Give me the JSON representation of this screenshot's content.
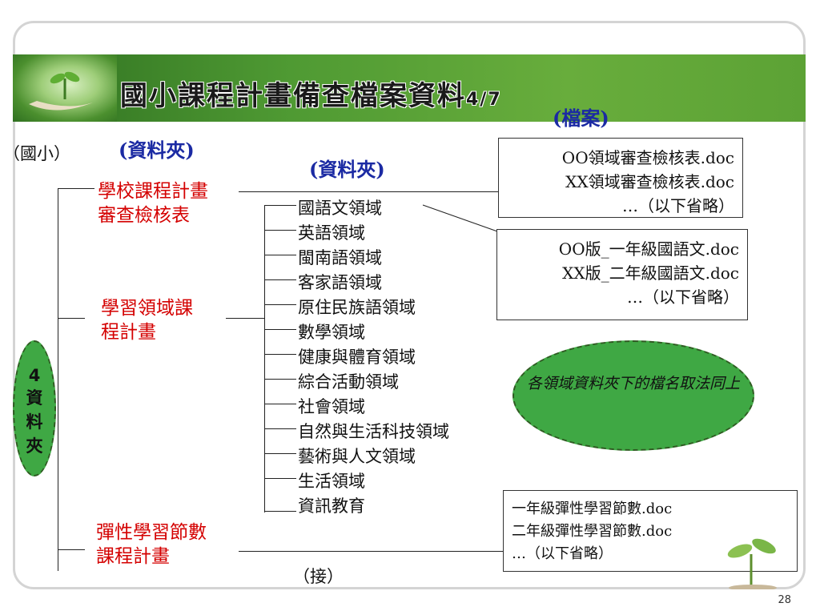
{
  "slide": {
    "title": "國小課程計畫備查檔案資料",
    "title_suffix": "4/7",
    "page_number": "28"
  },
  "labels": {
    "school_level": "（國小）",
    "folder_left": "(資料夾)",
    "folder_mid": "(資料夾)",
    "files_top": "(檔案)",
    "continued": "（接）"
  },
  "badge": {
    "number": "4",
    "chars": [
      "資",
      "料",
      "夾"
    ]
  },
  "folders": [
    {
      "line1": "學校課程計畫",
      "line2": "審查檢核表"
    },
    {
      "line1": "學習領域課",
      "line2": "程計畫"
    },
    {
      "line1": "彈性學習節數",
      "line2": "課程計畫"
    }
  ],
  "domains": [
    "國語文領域",
    "英語領域",
    "閩南語領域",
    "客家語領域",
    "原住民族語領域",
    "數學領域",
    "健康與體育領域",
    "綜合活動領域",
    "社會領域",
    "自然與生活科技領域",
    "藝術與人文領域",
    "生活領域",
    "資訊教育"
  ],
  "file_boxes": {
    "review": [
      "OO領域審查檢核表.doc",
      "XX領域審查檢核表.doc",
      "…（以下省略）"
    ],
    "chinese": [
      "OO版_一年級國語文.doc",
      "XX版_二年級國語文.doc",
      "…（以下省略）"
    ],
    "flex": [
      "一年級彈性學習節數.doc",
      "二年級彈性學習節數.doc",
      "…（以下省略）"
    ]
  },
  "note": "各領域資料夾下的檔名取法同上",
  "colors": {
    "banner_green": "#4f9a33",
    "folder_red": "#d40000",
    "label_blue": "#1b2aa3",
    "oval_green": "#3fa844"
  }
}
